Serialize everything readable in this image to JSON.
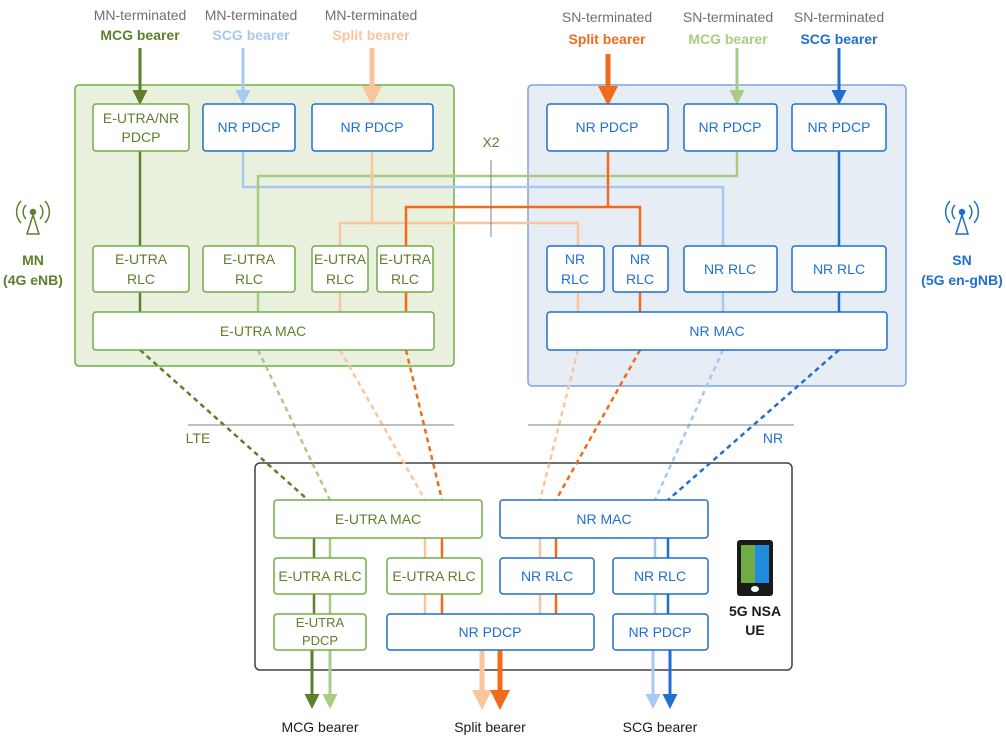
{
  "colors": {
    "lte_dark": "#5e7f2c",
    "lte": "#70ad47",
    "lte_light": "#a9cc85",
    "nr": "#1f6fd1",
    "nr_light": "#a7c8f0",
    "orange": "#f26b1d",
    "peach": "#f8c59c",
    "mn_fill": "#e9f0dd",
    "sn_fill": "#e7edf5",
    "grey": "#707070"
  },
  "top_labels": {
    "mn_mcg": {
      "line1": "MN-terminated",
      "line2": "MCG bearer"
    },
    "mn_scg": {
      "line1": "MN-terminated",
      "line2": "SCG bearer"
    },
    "mn_split": {
      "line1": "MN-terminated",
      "line2": "Split bearer"
    },
    "sn_split": {
      "line1": "SN-terminated",
      "line2": "Split bearer"
    },
    "sn_mcg": {
      "line1": "SN-terminated",
      "line2": "MCG bearer"
    },
    "sn_scg": {
      "line1": "SN-terminated",
      "line2": "SCG bearer"
    }
  },
  "mn_node": {
    "line1": "MN",
    "line2": "(4G eNB)",
    "icon": "antenna-icon",
    "pdcp_eutra_nr": {
      "line1": "E-UTRA/NR",
      "line2": "PDCP"
    },
    "pdcp_nr_scg": "NR PDCP",
    "pdcp_nr_split": "NR PDCP",
    "rlc1": {
      "line1": "E-UTRA",
      "line2": "RLC"
    },
    "rlc2": {
      "line1": "E-UTRA",
      "line2": "RLC"
    },
    "rlc3": {
      "line1": "E-UTRA",
      "line2": "RLC"
    },
    "rlc4": {
      "line1": "E-UTRA",
      "line2": "RLC"
    },
    "mac": "E-UTRA MAC"
  },
  "sn_node": {
    "line1": "SN",
    "line2": "(5G en-gNB)",
    "icon": "antenna-icon",
    "pdcp_split": "NR PDCP",
    "pdcp_mcg": "NR PDCP",
    "pdcp_scg": "NR PDCP",
    "rlc1": {
      "line1": "NR",
      "line2": "RLC"
    },
    "rlc2": {
      "line1": "NR",
      "line2": "RLC"
    },
    "rlc3": "NR RLC",
    "rlc4": "NR RLC",
    "mac": "NR MAC"
  },
  "x2_label": "X2",
  "lte_label": "LTE",
  "nr_label": "NR",
  "ue": {
    "eutra_mac": "E-UTRA MAC",
    "nr_mac": "NR MAC",
    "rlc1": "E-UTRA RLC",
    "rlc2": "E-UTRA RLC",
    "rlc3": "NR RLC",
    "rlc4": "NR RLC",
    "pdcp_eutra": {
      "line1": "E-UTRA",
      "line2": "PDCP"
    },
    "pdcp_nr_split": "NR PDCP",
    "pdcp_nr_scg": "NR PDCP",
    "device_icon": "phone-icon",
    "label_line1": "5G NSA",
    "label_line2": "UE"
  },
  "bottom_labels": {
    "mcg": "MCG bearer",
    "split": "Split bearer",
    "scg": "SCG bearer"
  }
}
